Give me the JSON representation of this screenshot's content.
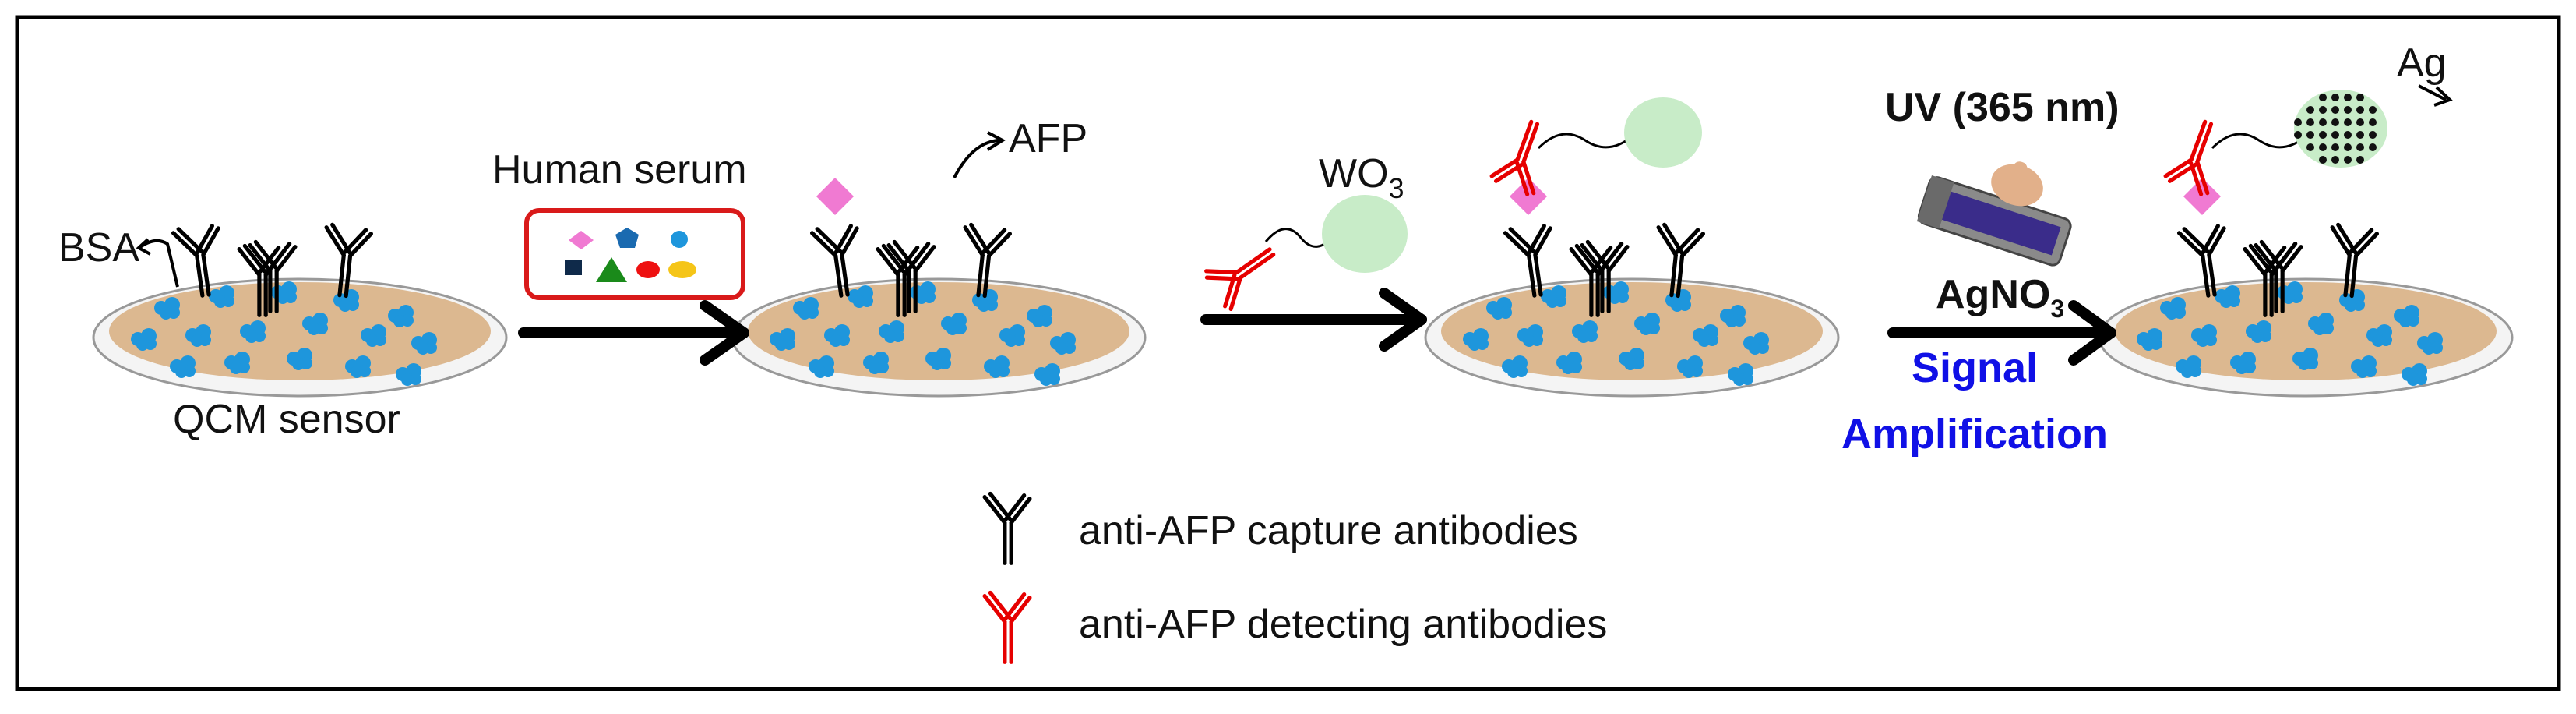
{
  "labels": {
    "bsa": "BSA",
    "qcm_sensor": "QCM sensor",
    "human_serum": "Human serum",
    "afp": "AFP",
    "wo3_main": "WO",
    "wo3_sub": "3",
    "uv": "UV (365 nm)",
    "agno3_main": "AgNO",
    "agno3_sub": "3",
    "signal": "Signal",
    "amplification": "Amplification",
    "ag": "Ag"
  },
  "legend": {
    "capture": "anti-AFP capture antibodies",
    "detecting": "anti-AFP detecting antibodies"
  },
  "colors": {
    "border": "#000000",
    "sensor_fill": "#dcb890",
    "sensor_rim": "#f4f4f4",
    "bsa_blue": "#1e96dc",
    "afp_pink": "#f07ad2",
    "wo3_green": "#c8ecc8",
    "capture_ab": "#000000",
    "detect_ab": "#e60000",
    "serum_box": "#d91a1a",
    "signal_text": "#1010e6"
  }
}
